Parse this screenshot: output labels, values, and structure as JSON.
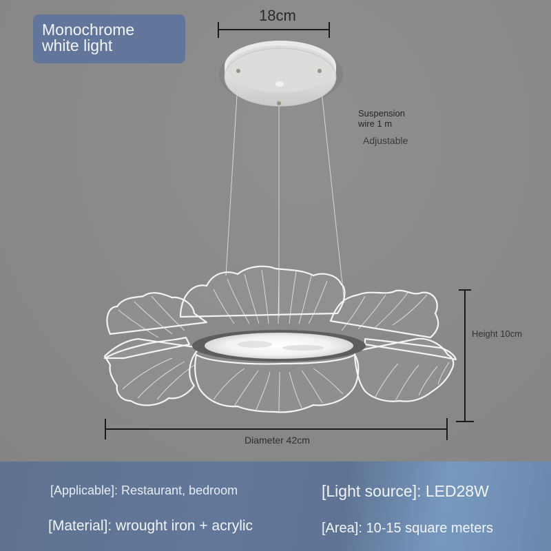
{
  "badge": {
    "line1": "Monochrome",
    "line2": "white light",
    "color": "#61769a"
  },
  "dimensions": {
    "canopy_width": "18cm",
    "suspension_line1": "Suspension",
    "suspension_line2": "wire 1 m",
    "adjustable": "Adjustable",
    "height": "Height 10cm",
    "diameter": "Diameter 42cm"
  },
  "specs": {
    "applicable": "[Applicable]: Restaurant, bedroom",
    "material": "[Material]: wrought iron + acrylic",
    "light_source": "[Light source]: LED28W",
    "area": "[Area]: 10-15 square meters"
  },
  "colors": {
    "background": "#8a8a8a",
    "info_bar": "#61769a",
    "dimension_lines": "#1a1a1a"
  }
}
